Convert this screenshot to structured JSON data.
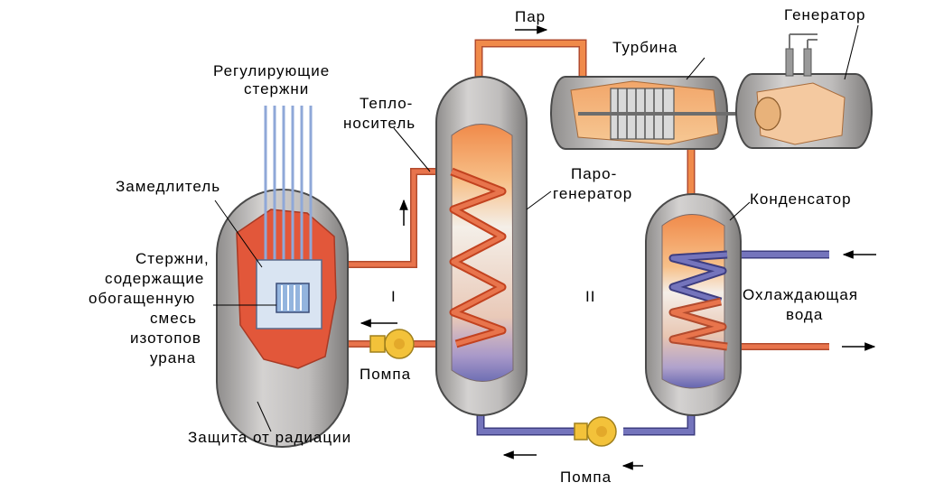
{
  "labels": {
    "steam": "Пар",
    "turbine": "Турбина",
    "generator": "Генератор",
    "control_rods_1": "Регулирующие",
    "control_rods_2": "стержни",
    "coolant_1": "Тепло-",
    "coolant_2": "носитель",
    "moderator": "Замедлитель",
    "fuel_rods_1": "Стержни,",
    "fuel_rods_2": "содержащие",
    "fuel_rods_3": "обогащенную",
    "fuel_rods_4": "смесь",
    "fuel_rods_5": "изотопов",
    "fuel_rods_6": "урана",
    "steam_generator_1": "Паро-",
    "steam_generator_2": "генератор",
    "condenser": "Конденсатор",
    "cooling_water_1": "Охлаждающая",
    "cooling_water_2": "вода",
    "circuit_1": "I",
    "circuit_2": "II",
    "pump_1": "Помпа",
    "pump_2": "Помпа",
    "radiation_shield": "Защита от радиации"
  },
  "colors": {
    "vessel": "#bfbdbc",
    "vessel_shade": "#8f8d8c",
    "hot_pipe": "#e8744c",
    "cold_pipe": "#6f6fb4",
    "core_red": "#e2573a",
    "steam_orange": "#f4a55a",
    "pump": "#f3c23a",
    "rods": "#8fa8d8"
  }
}
